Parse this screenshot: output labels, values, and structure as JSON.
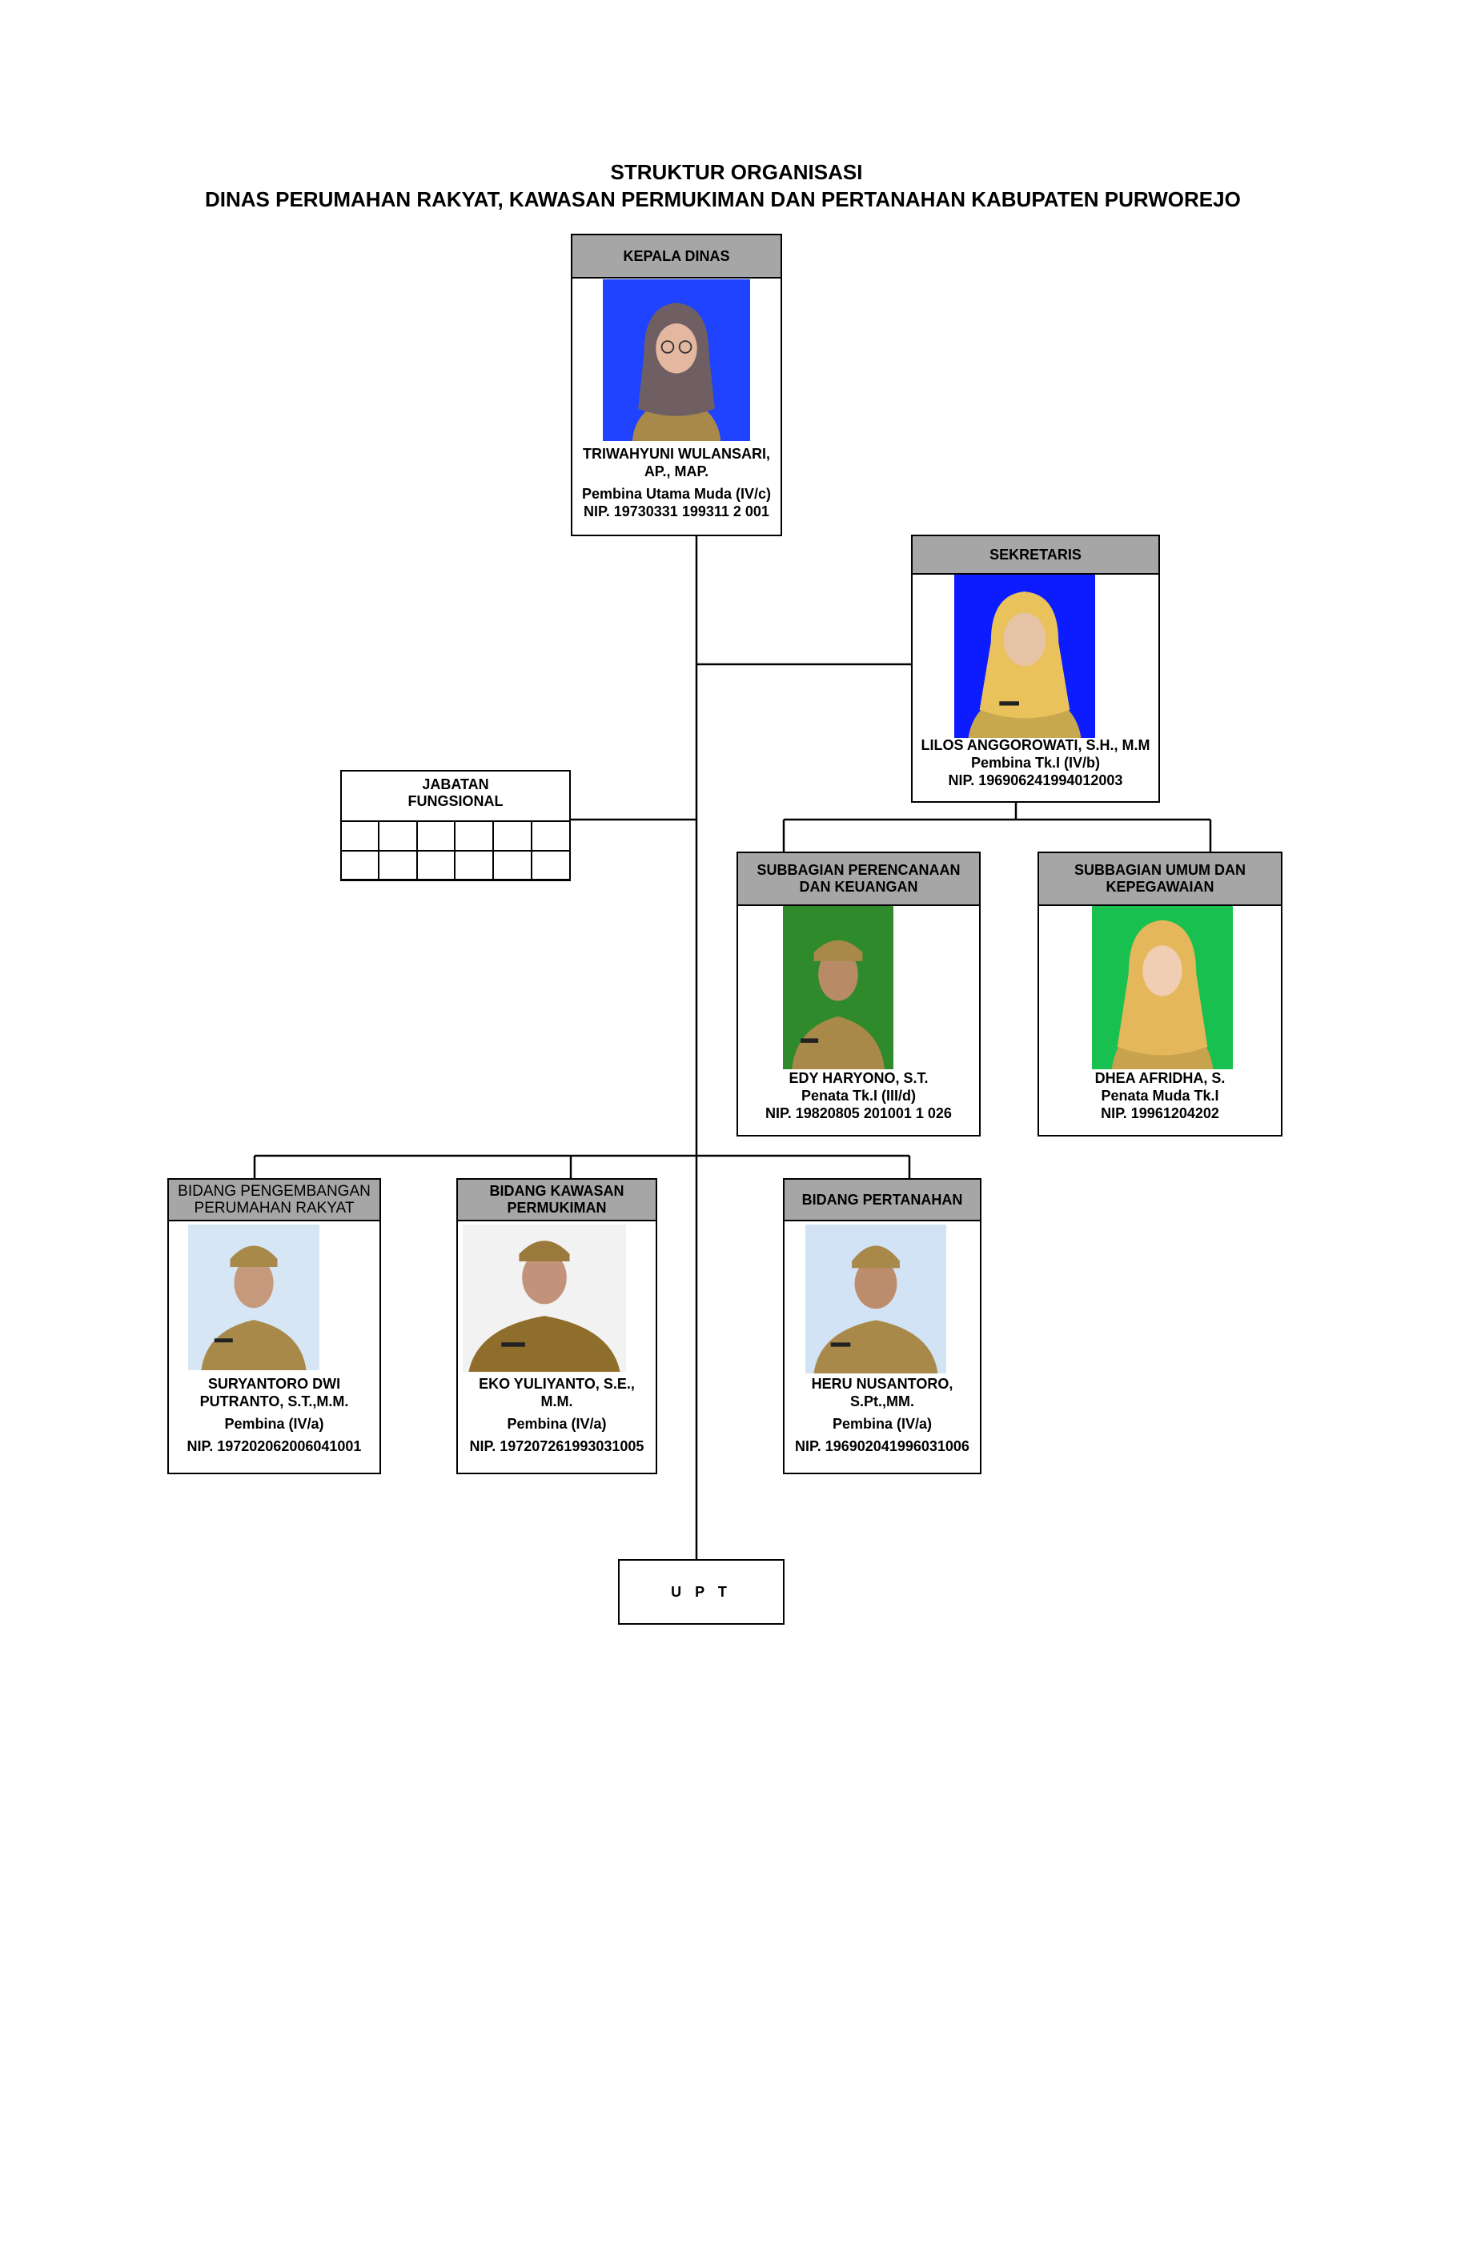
{
  "header": {
    "title": "STRUKTUR ORGANISASI",
    "subtitle": "DINAS PERUMAHAN RAKYAT, KAWASAN PERMUKIMAN DAN PERTANAHAN KABUPATEN PURWOREJO"
  },
  "kepala": {
    "position": "KEPALA DINAS",
    "name": "TRIWAHYUNI WULANSARI,\nAP., MAP.",
    "rank": "Pembina Utama Muda (IV/c)",
    "nip": "NIP. 19730331 199311 2 001",
    "photo_bg": "#1f43ff"
  },
  "sekretaris": {
    "position": "SEKRETARIS",
    "name": "LILOS ANGGOROWATI, S.H., M.M",
    "rank": "Pembina Tk.I (IV/b)",
    "nip": "NIP. 196906241994012003",
    "photo_bg": "#0c1cff"
  },
  "jabatan_fungsional": {
    "title": "JABATAN\nFUNGSIONAL"
  },
  "subbagian_perencanaan": {
    "position": "SUBBAGIAN PERENCANAAN\nDAN KEUANGAN",
    "name": "EDY HARYONO, S.T.",
    "rank": "Penata Tk.I (III/d)",
    "nip": "NIP. 19820805 201001 1 026",
    "photo_bg": "#2e8a2a"
  },
  "subbagian_umum": {
    "position": "SUBBAGIAN UMUM DAN\nKEPEGAWAIAN",
    "name": "DHEA AFRIDHA, S.",
    "rank": "Penata Muda Tk.I",
    "nip": "NIP. 19961204202",
    "photo_bg": "#18c04f"
  },
  "bidang_pengembangan": {
    "position": "BIDANG PENGEMBANGAN\nPERUMAHAN RAKYAT",
    "name": "SURYANTORO DWI\nPUTRANTO, S.T.,M.M.",
    "rank": "Pembina (IV/a)",
    "nip": "NIP. 197202062006041001",
    "photo_bg": "#d6e6f4"
  },
  "bidang_kawasan": {
    "position": "BIDANG KAWASAN\nPERMUKIMAN",
    "name": "EKO YULIYANTO, S.E.,\nM.M.",
    "rank": "Pembina (IV/a)",
    "nip": "NIP. 197207261993031005",
    "photo_bg": "#f2f2f2"
  },
  "bidang_pertanahan": {
    "position": "BIDANG PERTANAHAN",
    "name": "HERU NUSANTORO,\nS.Pt.,MM.",
    "rank": "Pembina (IV/a)",
    "nip": "NIP. 196902041996031006",
    "photo_bg": "#d2e3f5"
  },
  "upt": {
    "label": "U P T"
  },
  "colors": {
    "header_fill": "#a6a6a6",
    "line": "#000000",
    "uniform_khaki": "#a8894a",
    "hijab_yellow": "#e9c25c"
  }
}
